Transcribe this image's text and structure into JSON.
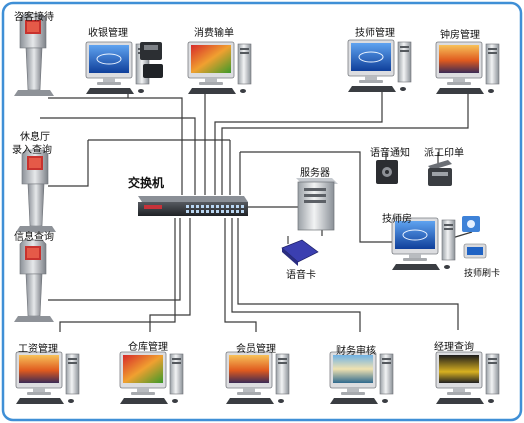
{
  "title": "",
  "center": {
    "switch_label": "交换机",
    "server_label": "服务器",
    "voicecard_label": "语音卡"
  },
  "nodes": {
    "kiosk_reception": "咨客接待",
    "cashier": "收银管理",
    "consumption_input": "消费输单",
    "technician_mgmt": "技师管理",
    "room_mgmt": "钟房管理",
    "lounge_line1": "休息厅",
    "lounge_line2": "录入查询",
    "info_query": "信息查询",
    "voice_notify": "语音通知",
    "dispatch_print": "派工印单",
    "tech_room": "技师房",
    "tech_card": "技师刷卡",
    "payroll": "工资管理",
    "warehouse": "仓库管理",
    "member_mgmt": "会员管理",
    "finance_audit": "财务审核",
    "manager_query": "经理查询"
  },
  "colors": {
    "frame": "#3f8fd6",
    "line": "#3a3a3a",
    "screen_blue": "#1f63c4"
  }
}
